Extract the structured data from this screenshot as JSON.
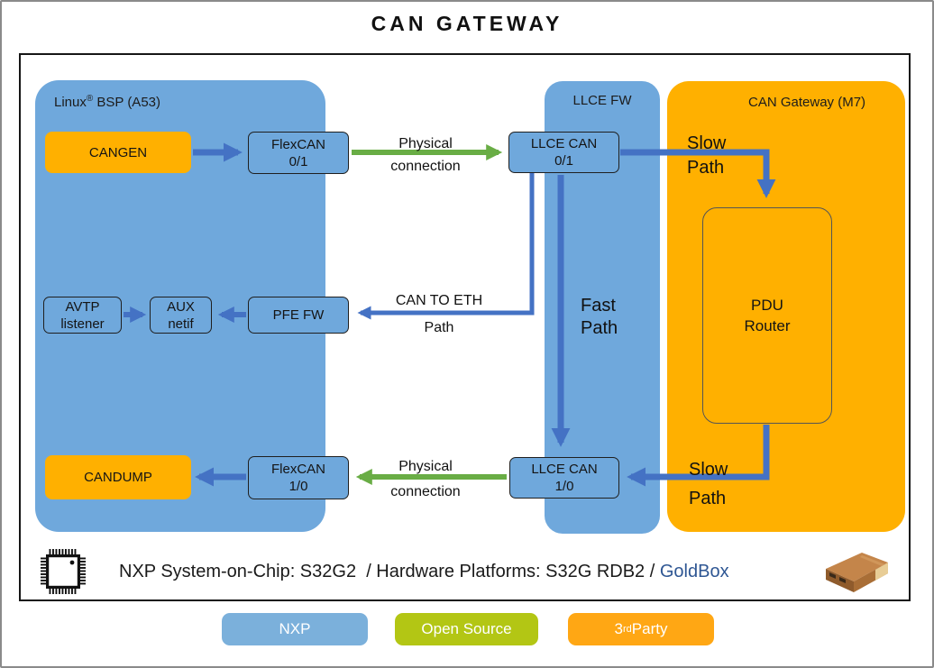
{
  "title": "CAN GATEWAY",
  "colors": {
    "nxp_blue": "#6FA8DC",
    "arrow_blue": "#4472C4",
    "open_source_green": "#69AD45",
    "third_party_orange": "#FFB000",
    "legend_blue": "#7BB0DB",
    "legend_green": "#B3C614",
    "legend_orange": "#FFA714",
    "goldbox_link_blue": "#2E5693"
  },
  "containers": {
    "linux_bsp": {
      "pre": "Linux",
      "sup": "®",
      "post": " BSP (A53)"
    },
    "llce_fw": {
      "label": "LLCE FW"
    },
    "can_gateway_m7": {
      "label": "CAN Gateway (M7)"
    }
  },
  "nodes": {
    "cangen": {
      "label": "CANGEN"
    },
    "flexcan01": {
      "line1": "FlexCAN",
      "line2": "0/1"
    },
    "llcecan01": {
      "line1": "LLCE CAN",
      "line2": "0/1"
    },
    "pdu_router": {
      "line1": "PDU",
      "line2": "Router"
    },
    "avtp_listener": {
      "line1": "AVTP",
      "line2": "listener"
    },
    "aux_netif": {
      "line1": "AUX",
      "line2": "netif"
    },
    "pfe_fw": {
      "label": "PFE FW"
    },
    "candump": {
      "label": "CANDUMP"
    },
    "flexcan10": {
      "line1": "FlexCAN",
      "line2": "1/0"
    },
    "llcecan10": {
      "line1": "LLCE CAN",
      "line2": "1/0"
    }
  },
  "edge_labels": {
    "physical_top": {
      "line1": "Physical",
      "line2": "connection"
    },
    "slow_top": {
      "line1": "Slow",
      "line2": "Path"
    },
    "fast": {
      "line1": "Fast",
      "line2": "Path"
    },
    "can_to_eth": {
      "line1": "CAN TO ETH",
      "line2": "Path"
    },
    "slow_bottom": {
      "line1": "Slow",
      "line2": "Path"
    },
    "physical_bottom": {
      "line1": "Physical",
      "line2": "connection"
    }
  },
  "footer": {
    "text_main": "NXP System-on-Chip: S32G2  / Hardware Platforms: S32G RDB2 / ",
    "text_link": "GoldBox",
    "chip_icon": "system-on-chip-icon",
    "goldbox_icon": "goldbox-device-image"
  },
  "legend": {
    "nxp": "NXP",
    "open_source": "Open Source",
    "third_party_pre": "3",
    "third_party_sup": "rd",
    "third_party_post": " Party"
  }
}
